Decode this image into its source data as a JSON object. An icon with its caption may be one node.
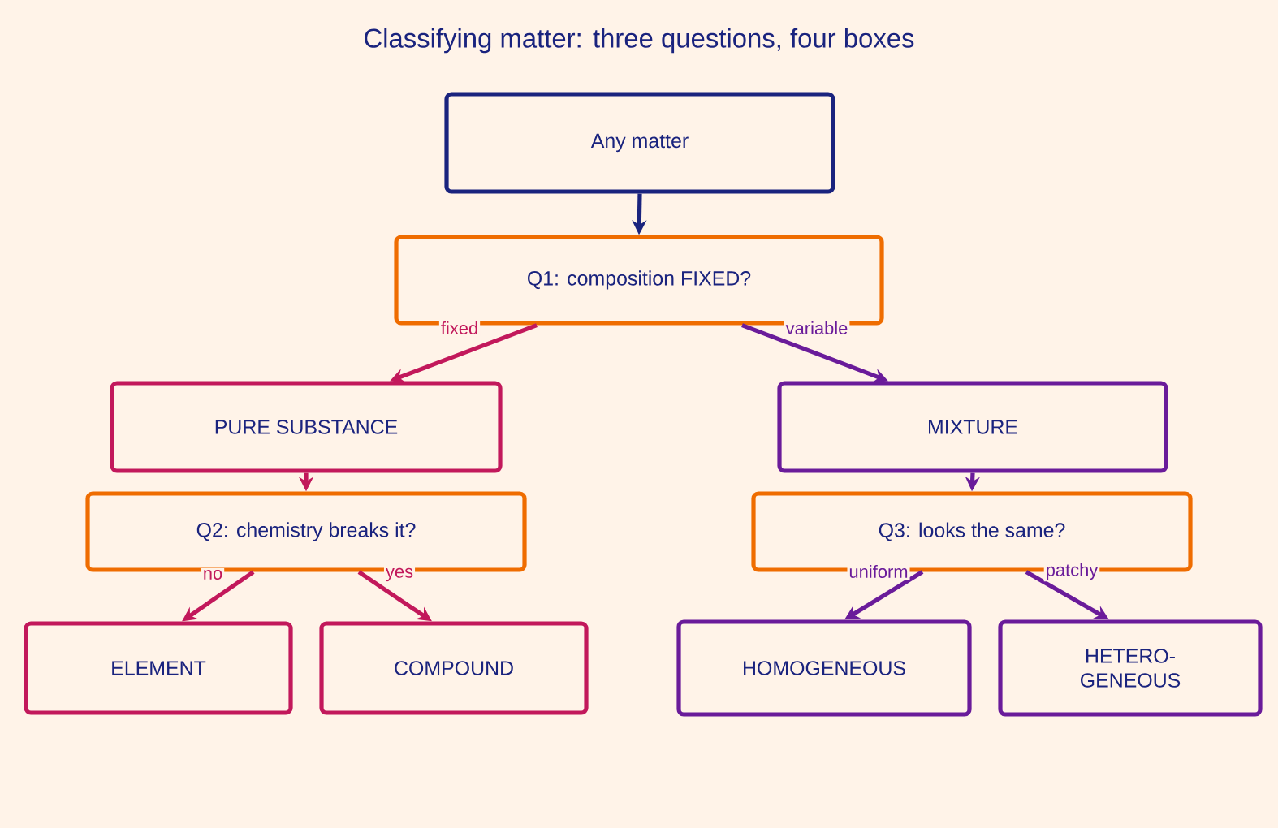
{
  "diagram": {
    "title": "Classifying matter: three questions, four boxes",
    "nodes": [
      {
        "text": [
          "Any matter"
        ]
      },
      {
        "text": [
          "Q1: composition FIXED?"
        ]
      },
      {
        "text": [
          "PURE SUBSTANCE"
        ]
      },
      {
        "text": [
          "MIXTURE"
        ]
      },
      {
        "text": [
          "Q2: chemistry breaks it?"
        ]
      },
      {
        "text": [
          "Q3: looks the same?"
        ]
      },
      {
        "text": [
          "ELEMENT"
        ]
      },
      {
        "text": [
          "COMPOUND"
        ]
      },
      {
        "text": [
          "HOMOGENEOUS"
        ]
      },
      {
        "text": [
          "HETERO- GENEOUS"
        ]
      }
    ],
    "edges": [
      {
        "from": 0,
        "to": 1,
        "arrow": "to",
        "color": "#1a237e"
      },
      {
        "from": 1,
        "to": 2,
        "arrow": "to",
        "label": "fixed",
        "color": "#c2185b"
      },
      {
        "from": 1,
        "to": 3,
        "arrow": "to",
        "label": "variable",
        "color": "#6a1b9a"
      },
      {
        "from": 2,
        "to": 4,
        "arrow": "to",
        "color": "#c2185b"
      },
      {
        "from": 3,
        "to": 5,
        "arrow": "to",
        "color": "#6a1b9a"
      },
      {
        "from": 4,
        "to": 6,
        "arrow": "to",
        "label": "no",
        "color": "#c2185b"
      },
      {
        "from": 4,
        "to": 7,
        "arrow": "to",
        "label": "yes",
        "color": "#c2185b"
      },
      {
        "from": 5,
        "to": 8,
        "arrow": "to",
        "label": "uniform",
        "color": "#6a1b9a"
      },
      {
        "from": 5,
        "to": 9,
        "arrow": "to",
        "label": "patchy",
        "color": "#6a1b9a"
      }
    ]
  }
}
